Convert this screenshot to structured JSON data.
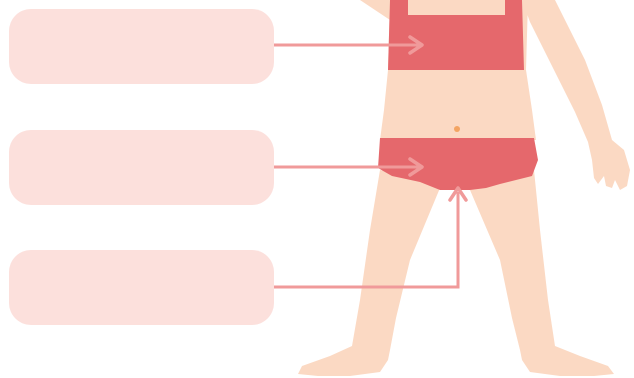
{
  "labels": [
    {
      "id": "chest",
      "text": ""
    },
    {
      "id": "underwear",
      "text": ""
    },
    {
      "id": "genitals",
      "text": ""
    }
  ],
  "colors": {
    "label_fill": "#fce0dc",
    "skin": "#fbd9c3",
    "clothing": "#e5686c",
    "arrow": "#f09a9a",
    "navel": "#f3a463"
  }
}
